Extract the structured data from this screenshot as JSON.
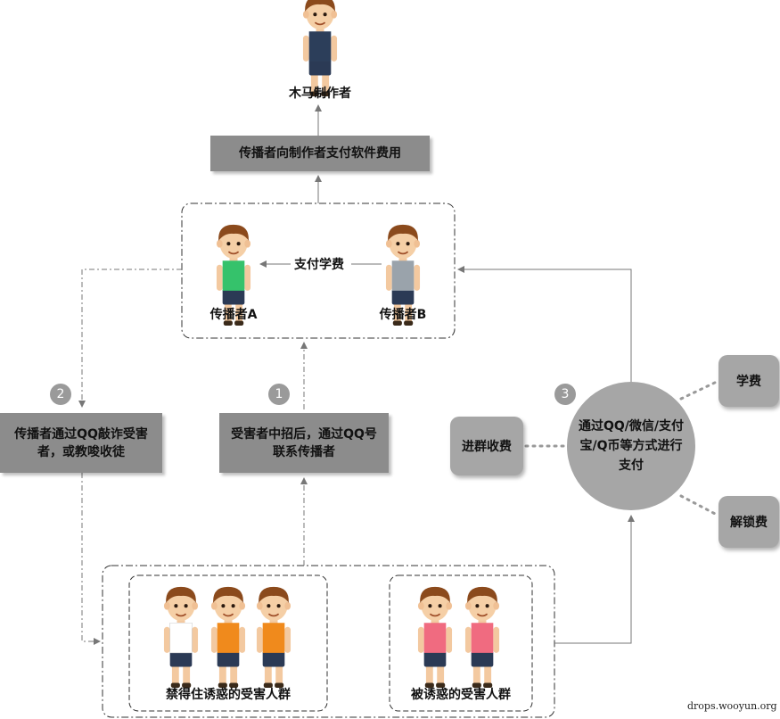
{
  "nodes": {
    "creator": "木马制作者",
    "payment_box": "传播者向制作者支付软件费用",
    "spreader_a": "传播者A",
    "spreader_b": "传播者B",
    "tuition_label": "支付学费",
    "extort_line1": "传播者通过QQ敲诈受害",
    "extort_line2": "者，或教唆收徒",
    "contact_line1": "受害者中招后，通过QQ号",
    "contact_line2": "联系传播者",
    "pay_line1": "通过QQ/微信/支付",
    "pay_line2": "宝/Q币等方式进行",
    "pay_line3": "支付",
    "group_fee": "进群收费",
    "tuition_fee": "学费",
    "unlock_fee": "解锁费",
    "resisted_group": "禁得住诱惑的受害人群",
    "lured_group": "被诱惑的受害人群"
  },
  "steps": [
    "1",
    "2",
    "3"
  ],
  "shirt_colors": {
    "creator": "#2c3e5a",
    "spreader_a": "#35c26b",
    "spreader_b": "#9aa3ab",
    "resisted": [
      "#ffffff",
      "#f08a1c",
      "#f08a1c"
    ],
    "lured": [
      "#f06b80",
      "#f06b80"
    ]
  },
  "watermark": "drops.wooyun.org"
}
